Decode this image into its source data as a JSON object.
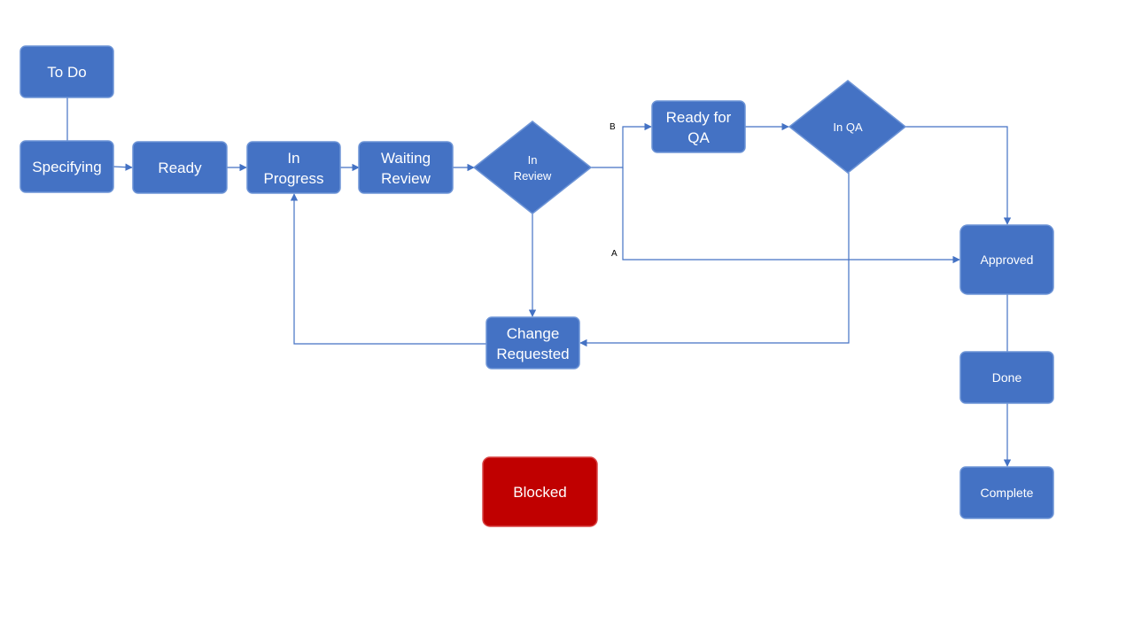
{
  "colors": {
    "node_fill": "#4472C4",
    "node_stroke": "#6d94d6",
    "blocked_fill": "#C00000",
    "blocked_stroke": "#d94545",
    "connector": "#4472C4",
    "label_text": "#ffffff",
    "background": "#ffffff"
  },
  "nodes": {
    "to_do": "To Do",
    "specifying": "Specifying",
    "ready": "Ready",
    "in_progress_1": "In",
    "in_progress_2": "Progress",
    "waiting_review_1": "Waiting",
    "waiting_review_2": "Review",
    "in_review_1": "In",
    "in_review_2": "Review",
    "ready_for_qa_1": "Ready for",
    "ready_for_qa_2": "QA",
    "in_qa": "In QA",
    "approved": "Approved",
    "change_requested_1": "Change",
    "change_requested_2": "Requested",
    "done": "Done",
    "complete": "Complete",
    "blocked": "Blocked"
  },
  "edge_labels": {
    "a": "A",
    "b": "B"
  }
}
